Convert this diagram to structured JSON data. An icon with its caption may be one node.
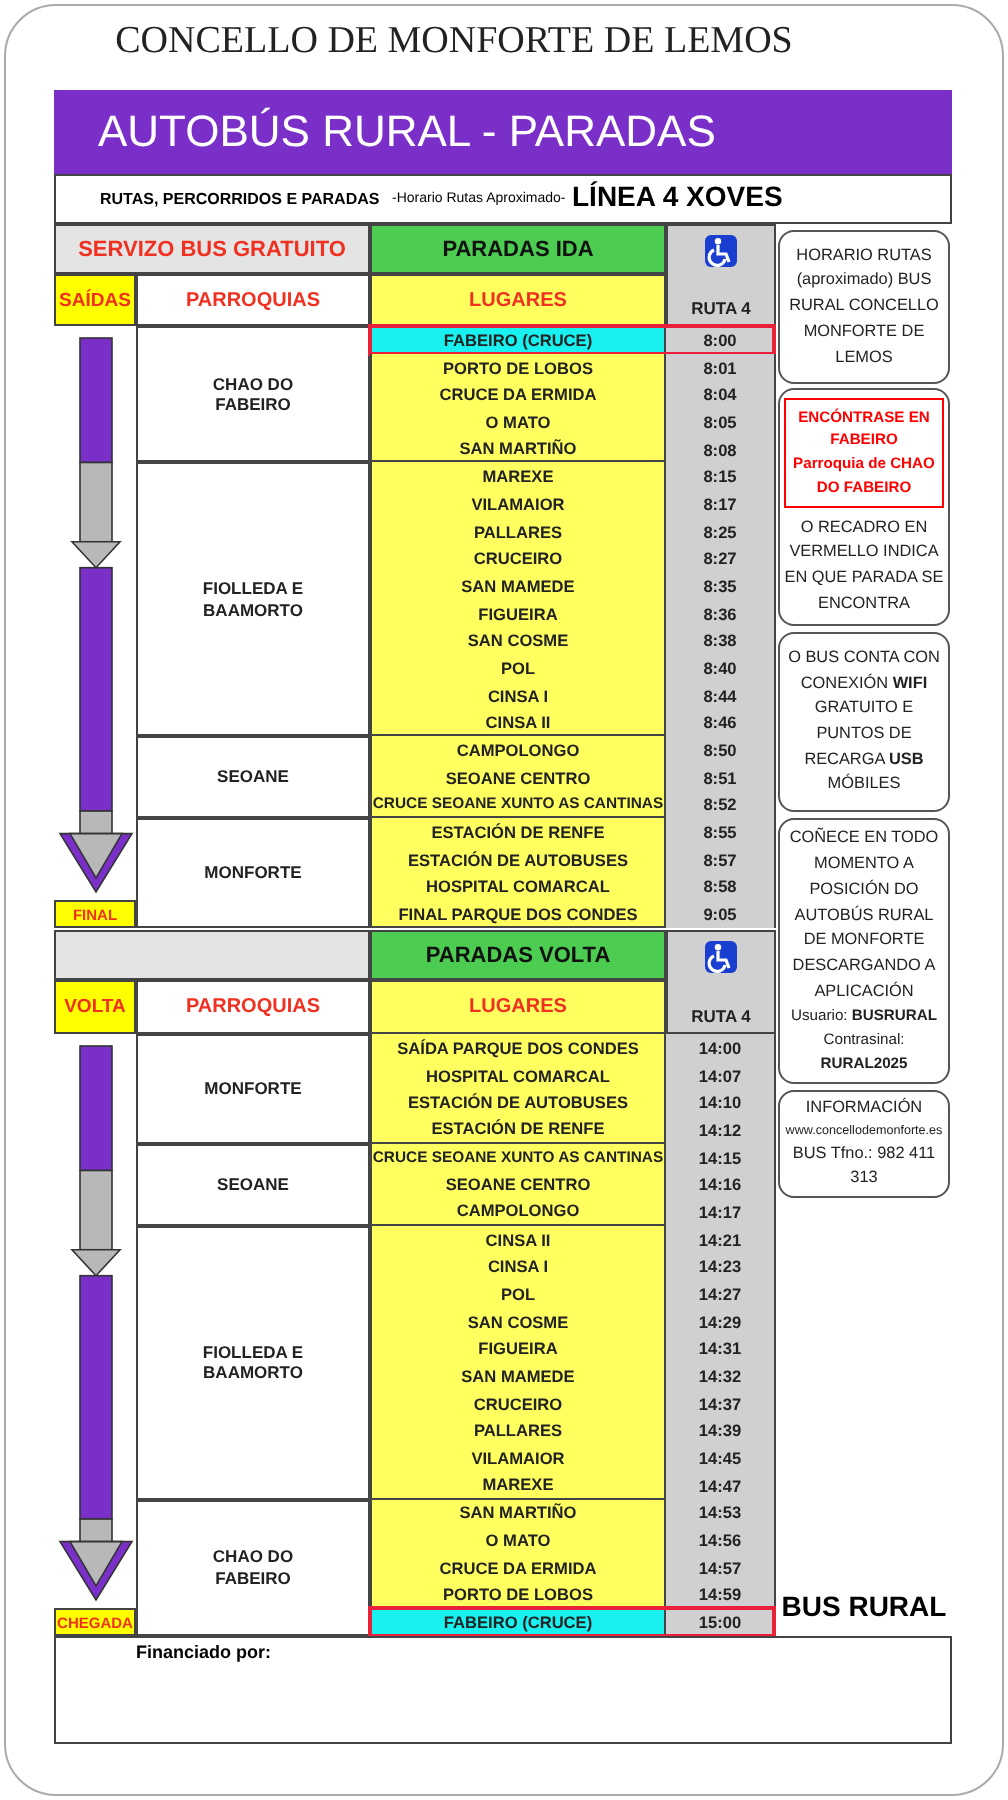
{
  "diagram": {
    "title": "AUTOBÚS RURAL - PARADAS",
    "nodes": [
      {
        "text": [
          "HORARIO RUTAS (aproximado) BUS RURAL CONCELLO MONFORTE DE LEMOS"
        ]
      },
      {
        "text": [
          "O RECADRO EN VERMELLO INDICA EN QUE PARADA SE ENCONTRA"
        ]
      },
      {
        "text": [
          "ENCÓNTRASE EN FABEIRO",
          "Parroquia de CHAO DO FABEIRO"
        ],
        "in": 1
      },
      {
        "text": [
          "O BUS CONTA CON CONEXIÓN **WIFI** GRATUITO E PUNTOS DE RECARGA **USB** MÓBILES"
        ]
      },
      {
        "text": [
          "COÑECE EN TODO MOMENTO A POSICIÓN DO AUTOBÚS RURAL DE MONFORTE DESCARGANDO A APLICACIÓN",
          "Usuario: **BUSRURAL**",
          "Contrasinal: **RURAL2025**"
        ]
      },
      {
        "text": [
          "INFORMACIÓN",
          "www.concellodemonforte.es",
          "BUS Tfno.: 982 411 313"
        ]
      }
    ],
    "labels": [
      "CONCELLO DE MONFORTE DE LEMOS",
      "RUTAS, PERCORRIDOS E PARADAS",
      "-Horario Rutas Aproximado-",
      "LÍNEA 4 XOVES",
      "SERVIZO BUS GRATUITO",
      "PARADAS IDA",
      "SAÍDAS",
      "PARROQUIAS",
      "LUGARES",
      "RUTA 4",
      "CHAO DO FABEIRO",
      "FABEIRO (CRUCE)",
      "8:00",
      "PORTO DE LOBOS",
      "8:01",
      "CRUCE DA ERMIDA",
      "8:04",
      "O MATO",
      "8:05",
      "SAN MARTIÑO",
      "8:08",
      "FIOLLEDA E BAAMORTO",
      "MAREXE",
      "8:15",
      "VILAMAIOR",
      "8:17",
      "PALLARES",
      "8:25",
      "CRUCEIRO",
      "8:27",
      "SAN MAMEDE",
      "8:35",
      "FIGUEIRA",
      "8:36",
      "SAN COSME",
      "8:38",
      "POL",
      "8:40",
      "CINSA I",
      "8:44",
      "CINSA II",
      "8:46",
      "SEOANE",
      "CAMPOLONGO",
      "8:50",
      "SEOANE CENTRO",
      "8:51",
      "CRUCE SEOANE XUNTO AS CANTINAS",
      "8:52",
      "MONFORTE",
      "ESTACIÓN DE RENFE",
      "8:55",
      "ESTACIÓN DE AUTOBUSES",
      "8:57",
      "HOSPITAL COMARCAL",
      "8:58",
      "FINAL",
      "FINAL PARQUE DOS CONDES",
      "9:05",
      "PARADAS VOLTA",
      "VOLTA",
      "PARROQUIAS",
      "LUGARES",
      "RUTA 4",
      "MONFORTE",
      "SAÍDA PARQUE DOS CONDES",
      "14:00",
      "HOSPITAL COMARCAL",
      "14:07",
      "ESTACIÓN DE AUTOBUSES",
      "14:10",
      "ESTACIÓN DE RENFE",
      "14:12",
      "SEOANE",
      "CRUCE SEOANE XUNTO AS CANTINAS",
      "14:15",
      "SEOANE CENTRO",
      "14:16",
      "CAMPOLONGO",
      "14:17",
      "FIOLLEDA E BAAMORTO",
      "CINSA II",
      "14:21",
      "CINSA I",
      "14:23",
      "POL",
      "14:27",
      "SAN COSME",
      "14:29",
      "FIGUEIRA",
      "14:31",
      "SAN MAMEDE",
      "14:32",
      "CRUCEIRO",
      "14:37",
      "PALLARES",
      "14:39",
      "VILAMAIOR",
      "14:45",
      "MAREXE",
      "14:47",
      "CHAO DO FABEIRO",
      "SAN MARTIÑO",
      "14:53",
      "O MATO",
      "14:56",
      "CRUCE DA ERMIDA",
      "14:57",
      "PORTO DE LOBOS",
      "14:59",
      "CHEGADA",
      "FABEIRO (CRUCE)",
      "15:00",
      "BUS RURAL",
      "Financiado por:"
    ]
  }
}
